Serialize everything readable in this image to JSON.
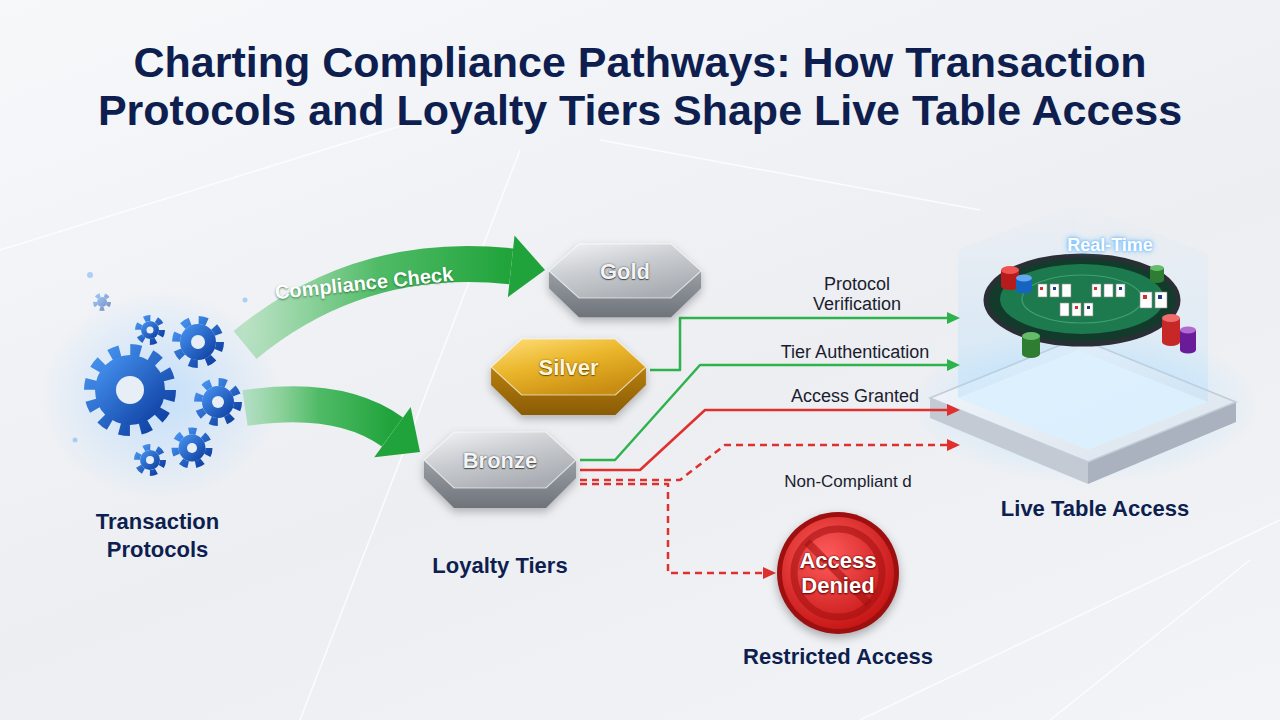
{
  "diagram": {
    "title": "Charting Compliance Pathways: How Transaction Protocols and Loyalty Tiers Shape Live Table Access",
    "nodes": [
      {
        "text": [
          "Transaction Protocols"
        ]
      },
      {
        "text": [
          "Gold"
        ]
      },
      {
        "text": [
          "Silver"
        ]
      },
      {
        "text": [
          "Bronze"
        ]
      },
      {
        "text": [
          "Real-Time",
          "Live Table Access"
        ]
      },
      {
        "text": [
          "Access Denied",
          "Restricted Access"
        ]
      }
    ],
    "edges": [
      {
        "from": 0,
        "to": 1,
        "label": "Compliance Check",
        "arrow": "to"
      },
      {
        "from": 0,
        "to": 3,
        "arrow": "to"
      },
      {
        "from": 2,
        "to": 4,
        "label": "Protocol Verification",
        "arrow": "to"
      },
      {
        "from": 3,
        "to": 4,
        "label": "Tier Authentication",
        "arrow": "to"
      },
      {
        "from": 3,
        "to": 4,
        "label": "Access Granted",
        "arrow": "to"
      },
      {
        "from": 3,
        "to": 4,
        "arrow": "to"
      },
      {
        "from": 3,
        "to": 5,
        "arrow": "to"
      }
    ],
    "labels": [
      "Loyalty Tiers",
      "Non-Compliant d"
    ]
  }
}
